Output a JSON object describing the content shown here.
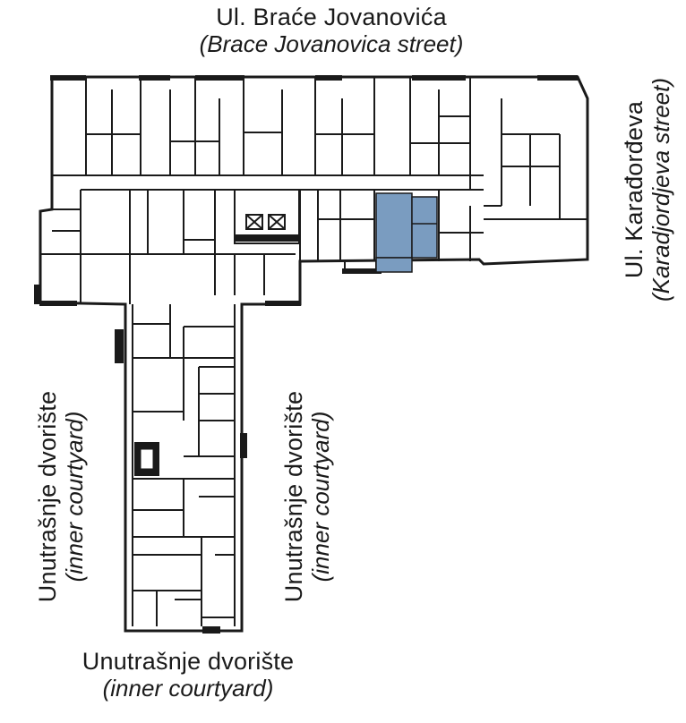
{
  "labels": {
    "top": {
      "main": "Ul. Braće Jovanovića",
      "sub": "(Brace Jovanovica street)"
    },
    "right": {
      "main": "Ul. Karađorđeva",
      "sub": "(Karadjordjeva street)"
    },
    "courtyard_left": {
      "main": "Unutrašnje dvorište",
      "sub": "(inner courtyard)"
    },
    "courtyard_mid": {
      "main": "Unutrašnje dvorište",
      "sub": "(inner courtyard)"
    },
    "bottom": {
      "main": "Unutrašnje dvorište",
      "sub": "(inner courtyard)"
    }
  },
  "colors": {
    "wall": "#1a1a1a",
    "highlight": "#7a9cc0",
    "background": "#ffffff"
  },
  "highlighted_unit": "selected-apartment"
}
